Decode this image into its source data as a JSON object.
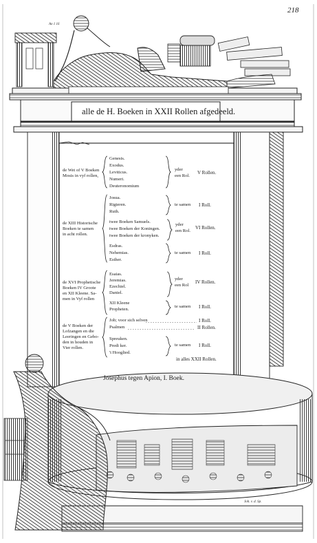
{
  "page_number": "218",
  "header_banner": "alle de H. Boeken in XXII Rollen afgedeeld.",
  "table": {
    "groups": [
      {
        "category": [
          "de Wet of V Boeken",
          "Mosis in vyf rollen,"
        ],
        "books": [
          "Genesis.",
          "Exodus.",
          "Leviticus.",
          "Numeri.",
          "Deuteronomium"
        ],
        "joiner": [
          "yder",
          "een Rol."
        ],
        "rolls": "V Rollen."
      },
      {
        "category": [
          "de XIII Historische",
          "Boeken te samen",
          "in acht rollen."
        ],
        "subgroups": [
          {
            "books": [
              "Josua.",
              "Rigteren.",
              "Ruth."
            ],
            "joiner": [
              "te samen"
            ],
            "rolls": "I Roll."
          },
          {
            "books": [
              "twee Boeken Samuels.",
              "twee Boeken der Koningen.",
              "twee Boeken der kronyken."
            ],
            "joiner": [
              "yder",
              "een Rol."
            ],
            "rolls": "VI Rollen."
          },
          {
            "books": [
              "Esdras.",
              "Nehemias.",
              "Esther."
            ],
            "joiner": [
              "te samen"
            ],
            "rolls": "I Roll."
          }
        ]
      },
      {
        "category": [
          "de XVI Prophetische",
          "Boeken IV Groote",
          "en XII Kleene. Sa-",
          "men in Vyf rollen"
        ],
        "subgroups": [
          {
            "books": [
              "Esaias.",
              "Jeremias.",
              "Ezechiel.",
              "Daniel."
            ],
            "joiner": [
              "yder",
              "een Rol"
            ],
            "rolls": "IV Rollen."
          },
          {
            "books": [
              "XII Kleene",
              "Propheten."
            ],
            "joiner": [
              "te samen"
            ],
            "rolls": "I Roll."
          }
        ]
      },
      {
        "category": [
          "de V Boeken der",
          "Lofzangen en die",
          "Leeringen en Gebo-",
          "den in houden in",
          "Vier rollen."
        ],
        "subgroups": [
          {
            "books": [
              "Job; voor sich selven"
            ],
            "joiner": [],
            "rolls": "I Roll."
          },
          {
            "books": [
              "Psalmen"
            ],
            "joiner": [],
            "rolls": "II Rollen."
          },
          {
            "books": [
              "Spreuken.",
              "Predi ker.",
              "'t Hooglied."
            ],
            "joiner": [
              "te samen"
            ],
            "rolls": "I Roll."
          }
        ]
      }
    ],
    "total": "in alles XXII Rollen."
  },
  "footer_caption": "Josephus tegen Apion, I. Boek.",
  "engraver_signature": "Joh. v. d. Sp.",
  "corner_inscription": "Ao 1 16"
}
